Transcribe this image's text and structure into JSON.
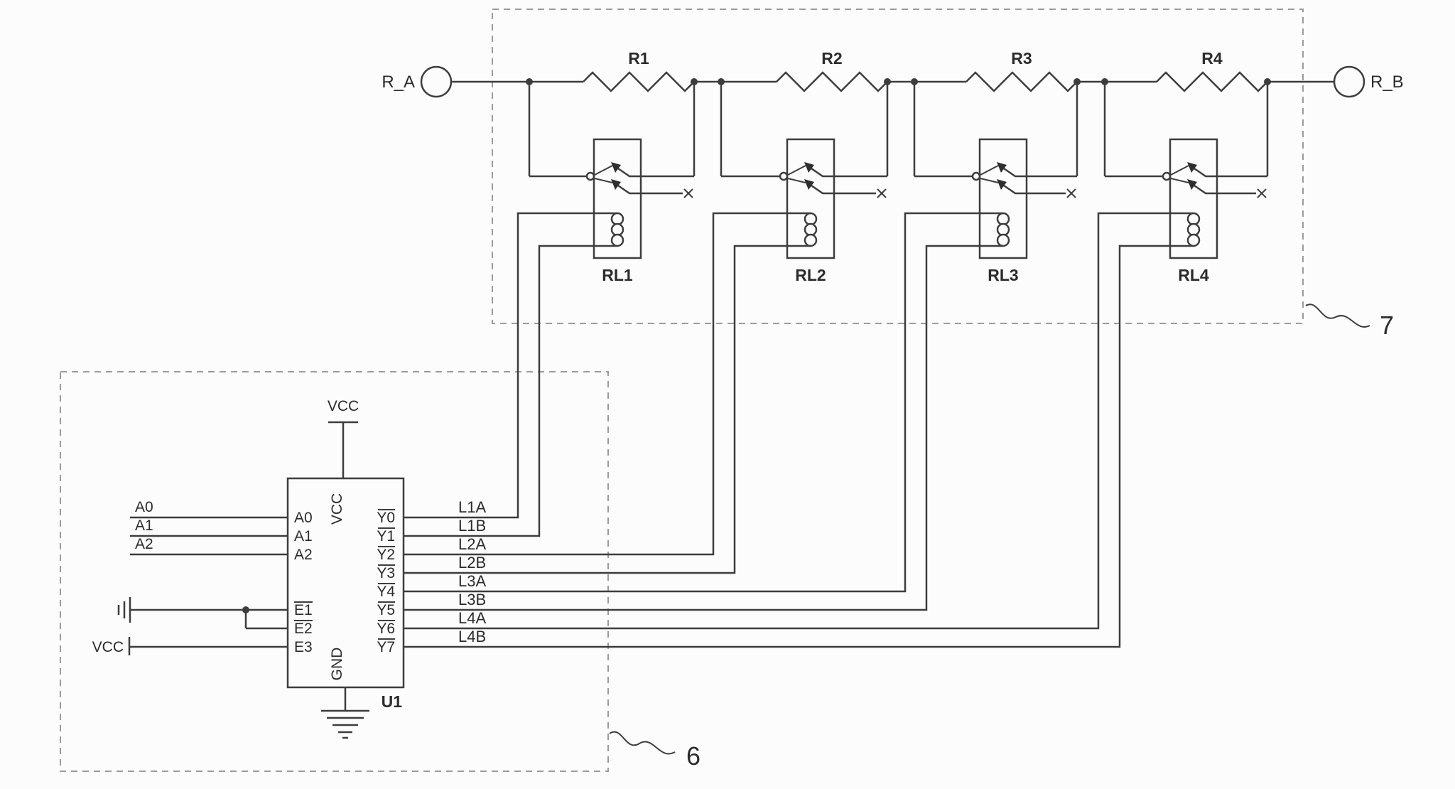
{
  "region7": {
    "label": "7",
    "terminals": {
      "left": "R_A",
      "right": "R_B"
    },
    "resistors": [
      "R1",
      "R2",
      "R3",
      "R4"
    ],
    "relays": [
      "RL1",
      "RL2",
      "RL3",
      "RL4"
    ]
  },
  "region6": {
    "label": "6",
    "supply_top": "VCC",
    "inputs": [
      "A0",
      "A1",
      "A2"
    ],
    "e3_supply": "VCC",
    "nets": [
      "L1A",
      "L1B",
      "L2A",
      "L2B",
      "L3A",
      "L3B",
      "L4A",
      "L4B"
    ],
    "ic": {
      "name": "U1",
      "top_pin": "VCC",
      "bottom_pin": "GND",
      "address_pins": [
        "A0",
        "A1",
        "A2"
      ],
      "enable_pins": [
        "E1",
        "E2",
        "E3"
      ],
      "output_pins": [
        "Y0",
        "Y1",
        "Y2",
        "Y3",
        "Y4",
        "Y5",
        "Y6",
        "Y7"
      ]
    }
  }
}
